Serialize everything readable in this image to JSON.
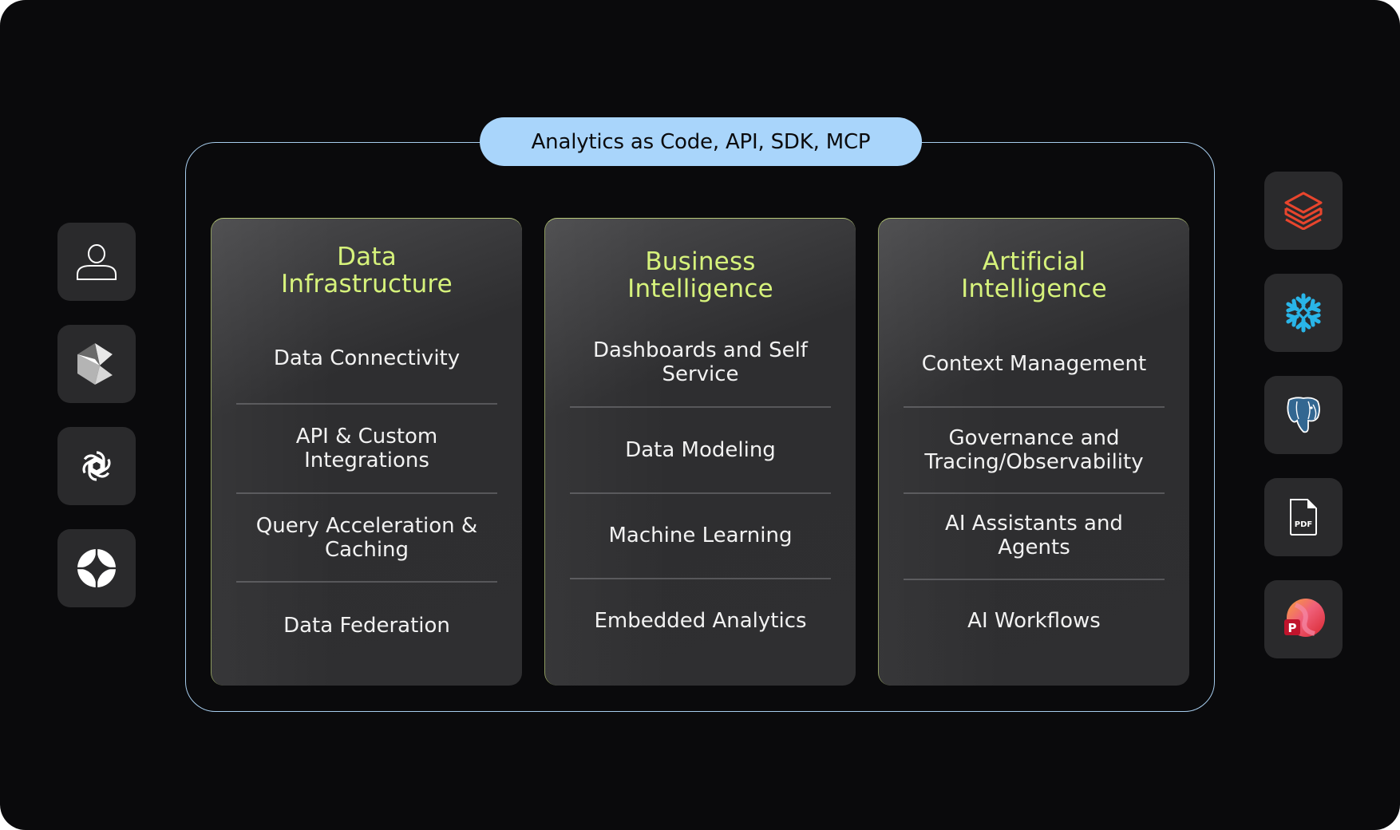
{
  "header": {
    "pill_label": "Analytics as Code, API, SDK, MCP"
  },
  "columns": [
    {
      "title_line1": "Data",
      "title_line2": "Infrastructure",
      "items": [
        {
          "line1": "Data Connectivity",
          "line2": ""
        },
        {
          "line1": "API & Custom",
          "line2": "Integrations"
        },
        {
          "line1": "Query Acceleration &",
          "line2": "Caching"
        },
        {
          "line1": "Data Federation",
          "line2": ""
        }
      ]
    },
    {
      "title_line1": "Business",
      "title_line2": "Intelligence",
      "items": [
        {
          "line1": "Dashboards and Self",
          "line2": "Service"
        },
        {
          "line1": "Data Modeling",
          "line2": ""
        },
        {
          "line1": "Machine Learning",
          "line2": ""
        },
        {
          "line1": "Embedded Analytics",
          "line2": ""
        }
      ]
    },
    {
      "title_line1": "Artificial",
      "title_line2": "Intelligence",
      "items": [
        {
          "line1": "Context Management",
          "line2": ""
        },
        {
          "line1": "Governance and",
          "line2": "Tracing/Observability"
        },
        {
          "line1": "AI Assistants and",
          "line2": "Agents"
        },
        {
          "line1": "AI Workflows",
          "line2": ""
        }
      ]
    }
  ],
  "left_icons": [
    "user-icon",
    "cube-logo-icon",
    "openai-icon",
    "sparkle-circle-icon"
  ],
  "right_icons": [
    "databricks-icon",
    "snowflake-icon",
    "postgresql-icon",
    "pdf-file-icon",
    "powerpoint-icon"
  ],
  "right_labels": {
    "pdf": "PDF",
    "ppt": "P"
  },
  "colors": {
    "background": "#0a0a0c",
    "frame_border": "#a7cdee",
    "pill": "#a9d5fb",
    "title_accent": "#d6f27b",
    "icon_box": "#2a2a2c",
    "databricks": "#e8452d",
    "snowflake": "#29b5e8",
    "postgres": "#336791"
  }
}
